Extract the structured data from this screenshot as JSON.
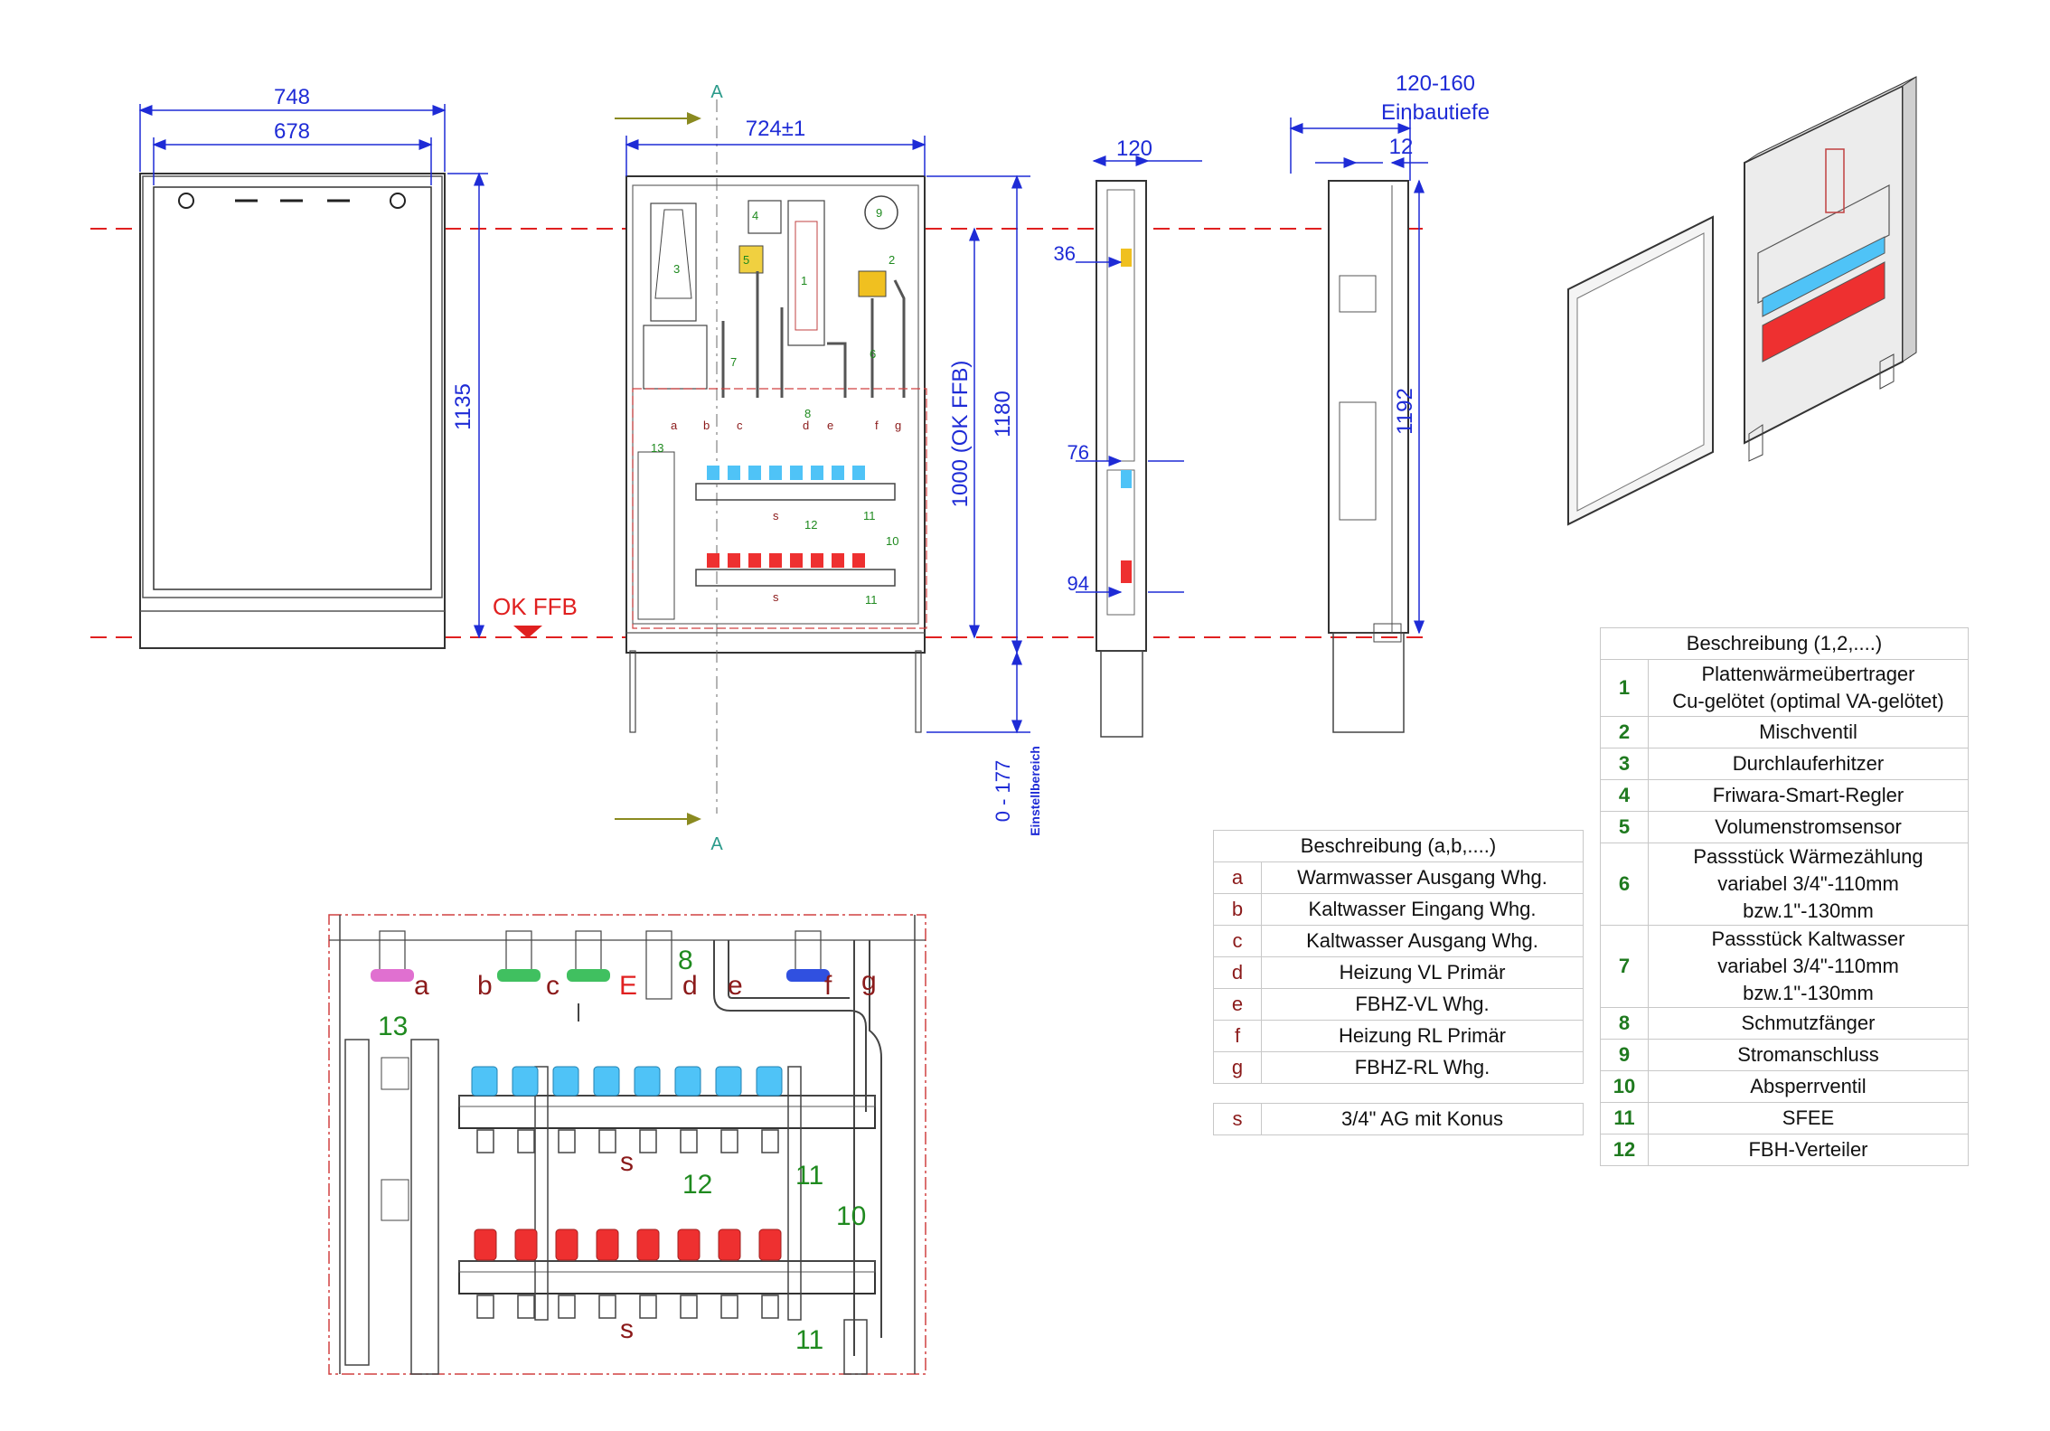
{
  "dimensions": {
    "front_outer_width": "748",
    "front_inner_width": "678",
    "front_height": "1135",
    "inside_width": "724±1",
    "inside_height": "1180",
    "ok_ffb_height": "1000 (OK FFB)",
    "adjust_range": "0 - 177",
    "adjust_label": "Einstellbereich",
    "side_width": "120",
    "side_36": "36",
    "side_76": "76",
    "side_94": "94",
    "depth": "120-160",
    "depth_label": "Einbautiefe",
    "depth_12": "12",
    "back_height": "1192"
  },
  "section_marker": "A",
  "floor_label": "OK FFB",
  "component_labels": {
    "numbers": [
      "1",
      "2",
      "3",
      "4",
      "5",
      "6",
      "7",
      "8",
      "9",
      "10",
      "11",
      "12",
      "13"
    ],
    "letters": [
      "a",
      "b",
      "c",
      "d",
      "e",
      "f",
      "g",
      "s"
    ],
    "detail_e_mark": "E"
  },
  "legend_letters": {
    "title": "Beschreibung (a,b,....)",
    "rows": [
      {
        "key": "a",
        "text": "Warmwasser Ausgang Whg."
      },
      {
        "key": "b",
        "text": "Kaltwasser Eingang Whg."
      },
      {
        "key": "c",
        "text": "Kaltwasser Ausgang Whg."
      },
      {
        "key": "d",
        "text": "Heizung VL Primär"
      },
      {
        "key": "e",
        "text": "FBHZ-VL Whg."
      },
      {
        "key": "f",
        "text": "Heizung RL Primär"
      },
      {
        "key": "g",
        "text": "FBHZ-RL Whg."
      }
    ],
    "extra": {
      "key": "s",
      "text": "3/4\" AG mit Konus"
    }
  },
  "legend_numbers": {
    "title": "Beschreibung (1,2,....)",
    "rows": [
      {
        "key": "1",
        "line1": "Plattenwärmeübertrager",
        "line2": "Cu-gelötet (optimal VA-gelötet)"
      },
      {
        "key": "2",
        "line1": "Mischventil",
        "line2": ""
      },
      {
        "key": "3",
        "line1": "Durchlauferhitzer",
        "line2": ""
      },
      {
        "key": "4",
        "line1": "Friwara-Smart-Regler",
        "line2": ""
      },
      {
        "key": "5",
        "line1": "Volumenstromsensor",
        "line2": ""
      },
      {
        "key": "6",
        "line1": "Passstück Wärmezählung",
        "line2": "variabel 3/4\"-110mm bzw.1\"-130mm"
      },
      {
        "key": "7",
        "line1": "Passstück Kaltwasser",
        "line2": "variabel 3/4\"-110mm bzw.1\"-130mm"
      },
      {
        "key": "8",
        "line1": "Schmutzfänger",
        "line2": ""
      },
      {
        "key": "9",
        "line1": "Stromanschluss",
        "line2": ""
      },
      {
        "key": "10",
        "line1": "Absperrventil",
        "line2": ""
      },
      {
        "key": "11",
        "line1": "SFEE",
        "line2": ""
      },
      {
        "key": "12",
        "line1": "FBH-Verteiler",
        "line2": ""
      }
    ]
  },
  "colors": {
    "dimension": "#1e2bd6",
    "reference_line": "#e02020",
    "letter_label": "#8b1a1a",
    "number_label": "#1f8a1f"
  }
}
